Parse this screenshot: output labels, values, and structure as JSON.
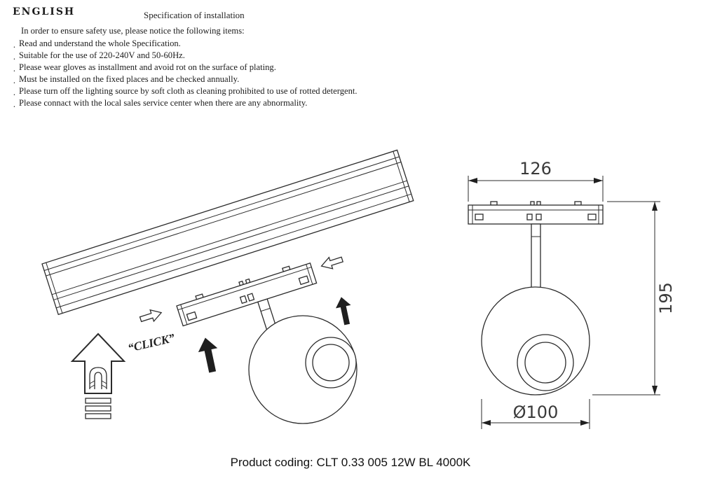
{
  "header": {
    "language": "ENGLISH",
    "title": "Specification of installation"
  },
  "instructions": {
    "bullet": ".",
    "intro": "In order to ensure safety use, please notice the following items:",
    "items": [
      "Read and understand the whole Specification.",
      "Suitable for the use of 220-240V and 50-60Hz.",
      "Please wear gloves as installment and avoid rot on the surface of plating.",
      "Must be installed on the fixed places and be checked annually.",
      "Please turn off the lighting source by soft cloth as cleaning prohibited to use of rotted detergent.",
      "Please connact with the local sales service center when there are any abnormality."
    ]
  },
  "diagram": {
    "click_label": "“CLICK”",
    "dim_width": "126",
    "dim_height": "195",
    "dim_diameter": "Ø100"
  },
  "footer": {
    "product_coding": "Product coding: CLT 0.33 005 12W BL 4000K"
  }
}
